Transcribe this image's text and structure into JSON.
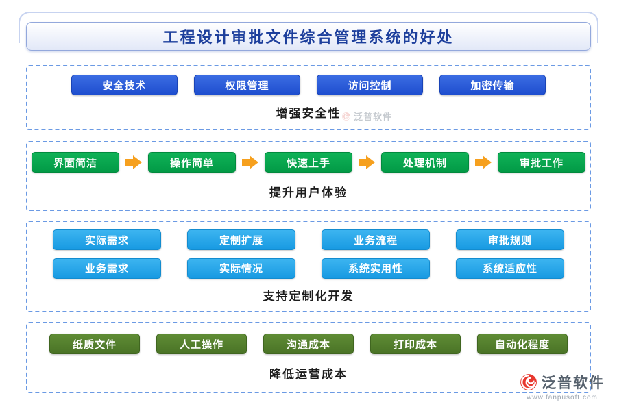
{
  "title": "工程设计审批文件综合管理系统的好处",
  "sections": [
    {
      "label": "增强安全性",
      "items": [
        "安全技术",
        "权限管理",
        "访问控制",
        "加密传输"
      ]
    },
    {
      "label": "提升用户体验",
      "items": [
        "界面简洁",
        "操作简单",
        "快速上手",
        "处理机制",
        "审批工作"
      ]
    },
    {
      "label": "支持定制化开发",
      "items": [
        "实际需求",
        "定制扩展",
        "业务流程",
        "审批规则",
        "业务需求",
        "实际情况",
        "系统实用性",
        "系统适应性"
      ]
    },
    {
      "label": "降低运营成本",
      "items": [
        "纸质文件",
        "人工操作",
        "沟通成本",
        "打印成本",
        "自动化程度"
      ]
    }
  ],
  "watermark": {
    "brand": "泛普软件",
    "url": "www.fanpusoft.com"
  },
  "colors": {
    "title_text": "#1d3f9c",
    "section_border": "#6b9ae4",
    "blue_button": "#1e4ecf",
    "green_button": "#029a46",
    "cyan_button": "#189ae2",
    "olive_button": "#4a7326",
    "arrow": "#f6a01e",
    "logo_red": "#e8382f"
  }
}
